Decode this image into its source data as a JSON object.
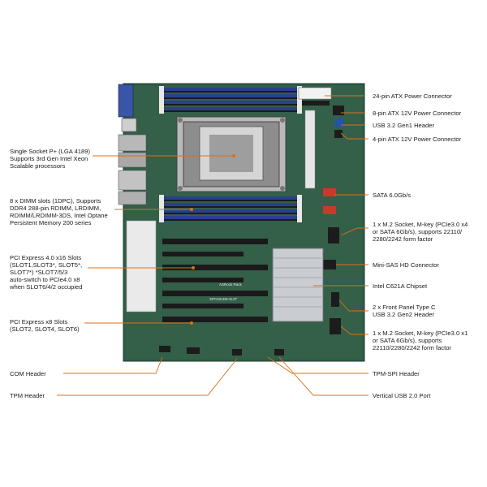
{
  "labels_left": [
    {
      "id": "cpu-socket",
      "text": "Single Socket P+ (LGA 4189)\nSupports 3rd Gen Intel Xeon\nScalable processors"
    },
    {
      "id": "dimm-slots",
      "text": "8 x DIMM slots (1DPC), Supports\nDDR4 288-pin RDIMM, LRDIMM,\nRDIMM/LRDIMM-3DS, Intel Optane\nPersistent Memory 200 series"
    },
    {
      "id": "pcie-x16",
      "text": "PCI Express 4.0 x16 Slots\n(SLOT1,SLOT3*, SLOT5*,\nSLOT7*)          *SLOT7/5/3\nauto-switch to PCIe4.0 x8\nwhen SLOT6/4/2 occupied"
    },
    {
      "id": "pcie-x8",
      "text": "PCI Express x8 Slots\n(SLOT2, SLOT4, SLOT6)"
    },
    {
      "id": "com-header",
      "text": "COM Header"
    },
    {
      "id": "tpm-header",
      "text": "TPM Header"
    }
  ],
  "labels_right": [
    {
      "id": "atx-24pin",
      "text": "24-pin ATX Power Connector"
    },
    {
      "id": "atx-8pin",
      "text": "8-pin ATX 12V Power Connector"
    },
    {
      "id": "usb32-gen1",
      "text": "USB 3.2 Gen1 Header"
    },
    {
      "id": "atx-4pin",
      "text": "4-pin ATX 12V Power Connector"
    },
    {
      "id": "sata",
      "text": "SATA 6.0Gb/s"
    },
    {
      "id": "m2-a",
      "text": "1 x M.2 Socket, M-key (PCIe3.0 x4\nor SATA 6Gb/s), supports 22110/\n2280/2242 form factor"
    },
    {
      "id": "mini-sas",
      "text": "Mini-SAS HD Connector"
    },
    {
      "id": "chipset",
      "text": "Intel C621A Chipset"
    },
    {
      "id": "usb-typec",
      "text": "2 x Front Panel Type C\nUSB 3.2 Gen2 Header"
    },
    {
      "id": "m2-b",
      "text": "1 x M.2 Socket, M-key (PCIe3.0 x1\nor SATA 6Gb/s), supports\n22110/2280/2242 form factor"
    },
    {
      "id": "tpm-spi",
      "text": "TPM-SPI Header"
    },
    {
      "id": "usb20-vertical",
      "text": "Vertical USB 2.0 Port"
    }
  ],
  "board_text": {
    "brand": "ASRock Rack",
    "model": "SPC621D8-2L2T"
  },
  "colors": {
    "pcb": "#2f5d46",
    "pcb_dark": "#234a37",
    "dimm": "#2b3f8f",
    "leader": "#d9701a",
    "heatsink": "#c9ccd1"
  }
}
